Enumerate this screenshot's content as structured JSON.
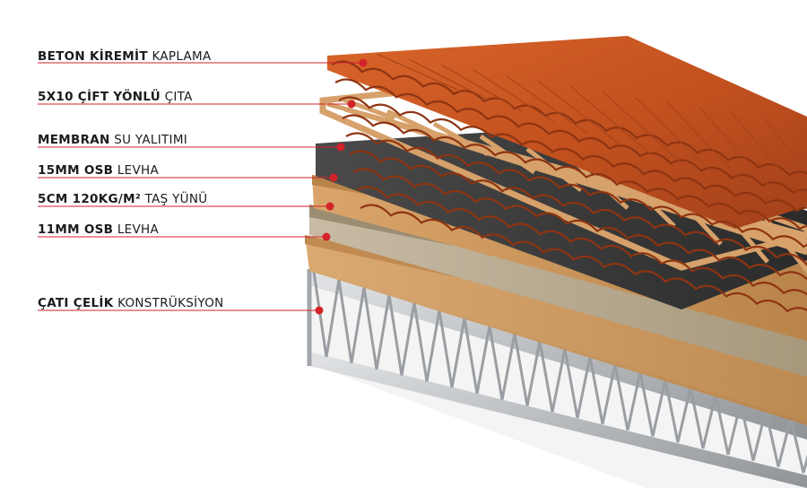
{
  "layers": [
    {
      "bold": "BETON KİREMİT",
      "rest": "KAPLAMA"
    },
    {
      "bold": "5X10 ÇİFT YÖNLÜ",
      "rest": "ÇITA"
    },
    {
      "bold": "MEMBRAN",
      "rest": "SU YALITIMI"
    },
    {
      "bold": "15MM OSB",
      "rest": "LEVHA"
    },
    {
      "bold": "5CM 120KG/M²",
      "rest": "TAŞ YÜNÜ"
    },
    {
      "bold": "11MM OSB",
      "rest": "LEVHA"
    },
    {
      "bold": "ÇATI ÇELİK",
      "rest": "KONSTRÜKSİYON"
    }
  ],
  "colors": {
    "leader": "#d2232a",
    "tile": "#c4521f",
    "tile_dark": "#8e3412",
    "batten": "#d6a16a",
    "membrane": "#3a3a3a",
    "osb": "#d7a066",
    "rockwool": "#b9ab92",
    "steel": "#b9bcc0"
  }
}
